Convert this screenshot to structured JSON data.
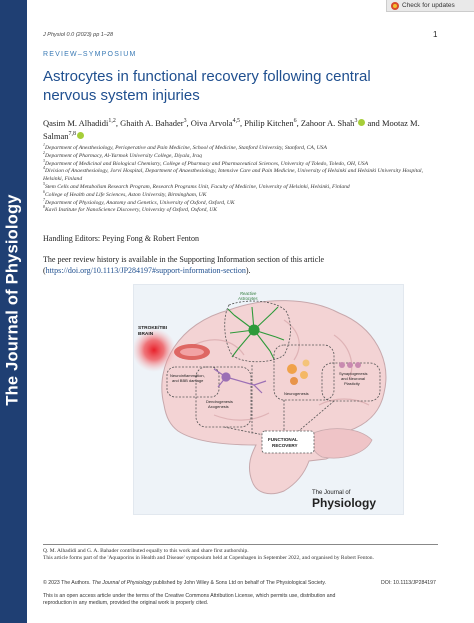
{
  "sidebar": {
    "journal_name": "The Journal of Physiology"
  },
  "check_updates": {
    "label": "Check for updates"
  },
  "header": {
    "running_head": "J Physiol 0.0 (2023) pp 1–28",
    "page_number": "1"
  },
  "article": {
    "section_label": "REVIEW–SYMPOSIUM",
    "title": "Astrocytes in functional recovery following central nervous system injuries",
    "authors": [
      {
        "name": "Qasim M. Alhadidi",
        "sup": "1,2",
        "sep": ", ",
        "orcid": false
      },
      {
        "name": "Ghaith A. Bahader",
        "sup": "3",
        "sep": ", ",
        "orcid": false
      },
      {
        "name": "Oiva Arvola",
        "sup": "4,5",
        "sep": ", ",
        "orcid": false
      },
      {
        "name": "Philip Kitchen",
        "sup": "6",
        "sep": ", ",
        "orcid": false
      },
      {
        "name": "Zahoor A. Shah",
        "sup": "3",
        "sep": " and ",
        "orcid": true
      },
      {
        "name": "Mootaz M. Salman",
        "sup": "7,8",
        "sep": "",
        "orcid": true
      }
    ],
    "affiliations": [
      {
        "num": "1",
        "text": "Department of Anesthesiology, Perioperative and Pain Medicine, School of Medicine, Stanford University, Stanford, CA, USA"
      },
      {
        "num": "2",
        "text": "Department of Pharmacy, Al-Yarmok University College, Diyala, Iraq"
      },
      {
        "num": "3",
        "text": "Department of Medicinal and Biological Chemistry, College of Pharmacy and Pharmaceutical Sciences, University of Toledo, Toledo, OH, USA"
      },
      {
        "num": "4",
        "text": "Division of Anaesthesiology, Jorvi Hospital, Department of Anaesthesiology, Intensive Care and Pain Medicine, University of Helsinki and Helsinki University Hospital, Helsinki, Finland"
      },
      {
        "num": "5",
        "text": "Stem Cells and Metabolism Research Program, Research Programs Unit, Faculty of Medicine, University of Helsinki, Helsinki, Finland"
      },
      {
        "num": "6",
        "text": "College of Health and Life Sciences, Aston University, Birmingham, UK"
      },
      {
        "num": "7",
        "text": "Department of Physiology, Anatomy and Genetics, University of Oxford, Oxford, UK"
      },
      {
        "num": "8",
        "text": "Kavli Institute for NanoScience Discovery, University of Oxford, Oxford, UK"
      }
    ],
    "handling_editors": "Handling Editors: Peying Fong & Robert Fenton",
    "peer_review_text": "The peer review history is available in the Supporting Information section of this article (",
    "peer_review_link": "https://doi.org/10.1113/JP284197#support-information-section",
    "peer_review_end": ").",
    "footnote_1": "Q. M. Alhadidi and G. A. Bahader contributed equally to this work and share first authorship.",
    "footnote_2": "This article forms part of the 'Aquaporins in Health and Disease' symposium held at Copenhagen in September 2022, and organised by Robert Fenton."
  },
  "figure": {
    "labels": {
      "stroke": "STROKE/TBI",
      "brain": "BRAIN",
      "reactive_1": "Reactive",
      "reactive_2": "Astrocytes",
      "neuroinflam_1": "Neuroinflammation,",
      "neuroinflam_2": "and BBB damage",
      "synapto_1": "Synaptogenesis",
      "synapto_2": "and Neuronal",
      "synapto_3": "Plasticity",
      "dendro_1": "Dendrogenesis",
      "dendro_2": "Axogenesis",
      "neurogenesis": "Neurogenesis",
      "functional_1": "FUNCTIONAL",
      "functional_2": "RECOVERY",
      "journal_small": "The Journal of",
      "journal_big": "Physiology"
    },
    "colors": {
      "brain_fill": "#f3d3d4",
      "background": "#eef3f8",
      "lesion": "#e8202a",
      "astrocyte": "#2e9a3a",
      "neuron": "#9b6fb5"
    }
  },
  "footer": {
    "copyright_prefix": "© 2023 The Authors. ",
    "copyright_journal": "The Journal of Physiology",
    "copyright_suffix": " published by John Wiley & Sons Ltd on behalf of The Physiological Society.",
    "doi": "DOI: 10.1113/JP284197",
    "license": "This is an open access article under the terms of the Creative Commons Attribution License, which permits use, distribution and reproduction in any medium, provided the original work is properly cited."
  }
}
